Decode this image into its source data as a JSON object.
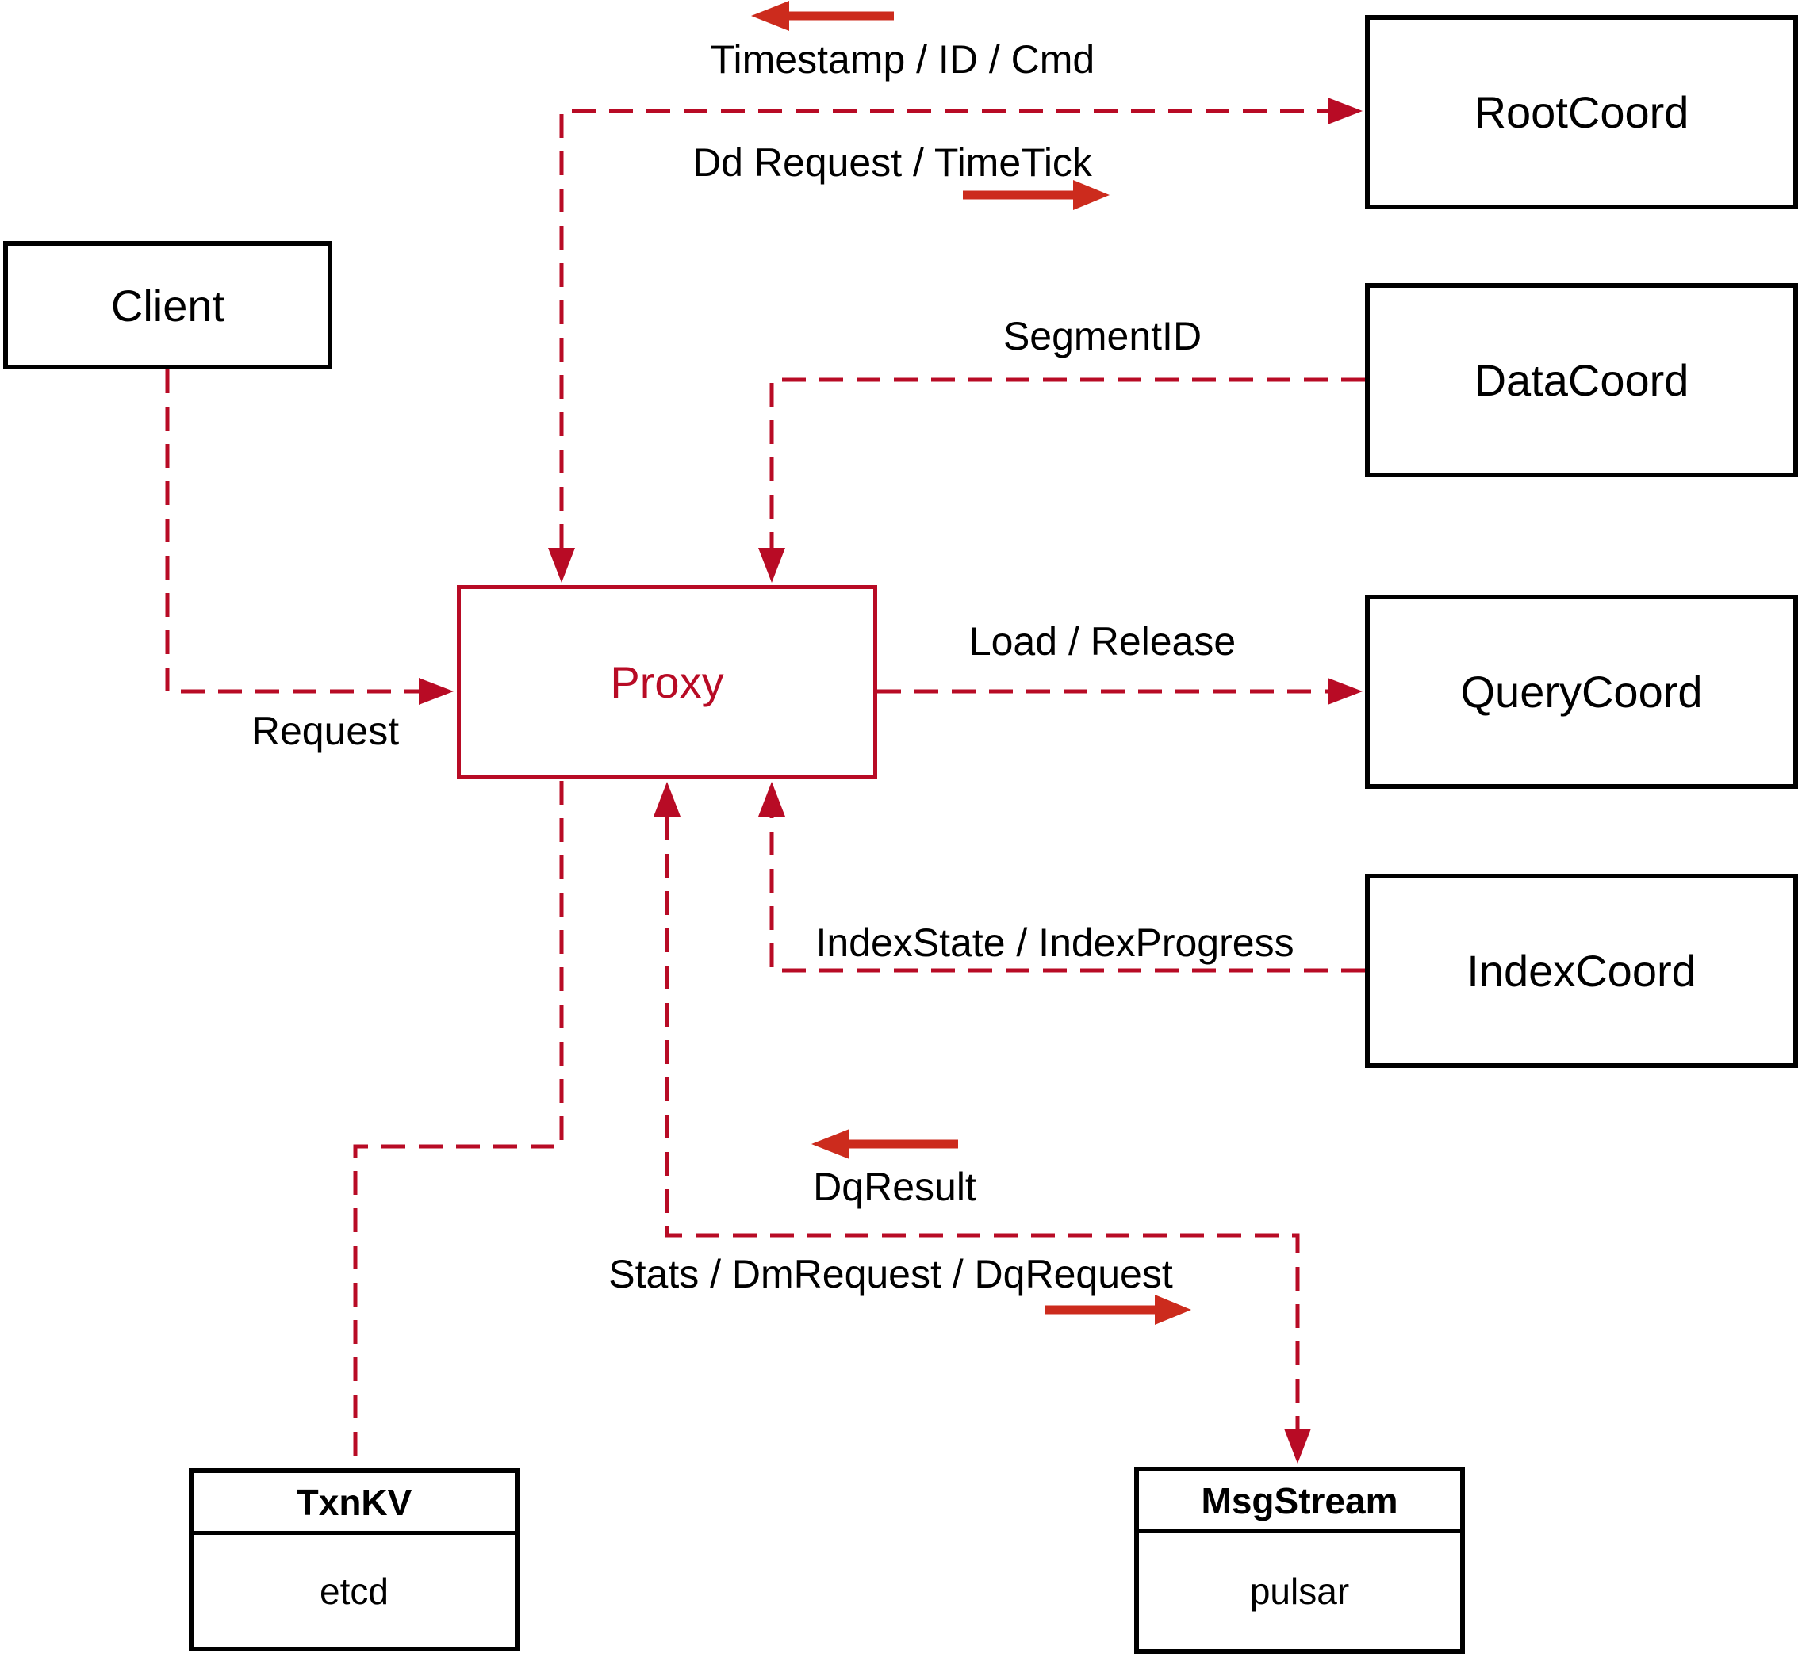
{
  "diagram": {
    "nodes": {
      "client": {
        "label": "Client"
      },
      "proxy": {
        "label": "Proxy"
      },
      "rootcoord": {
        "label": "RootCoord"
      },
      "datacoord": {
        "label": "DataCoord"
      },
      "querycoord": {
        "label": "QueryCoord"
      },
      "indexcoord": {
        "label": "IndexCoord"
      },
      "txnkv": {
        "title": "TxnKV",
        "subtitle": "etcd"
      },
      "msgstream": {
        "title": "MsgStream",
        "subtitle": "pulsar"
      }
    },
    "edge_labels": {
      "timestamp_id_cmd": "Timestamp / ID / Cmd",
      "dd_request_timetick": "Dd Request / TimeTick",
      "segment_id": "SegmentID",
      "load_release": "Load / Release",
      "index_state_progress": "IndexState / IndexProgress",
      "request": "Request",
      "dq_result": "DqResult",
      "stats_dm_dq": "Stats / DmRequest / DqRequest"
    },
    "colors": {
      "line_red": "#b80b25",
      "arrow_red": "#cc2b1d",
      "box_border": "#000000",
      "text": "#000000",
      "background": "#ffffff"
    }
  }
}
